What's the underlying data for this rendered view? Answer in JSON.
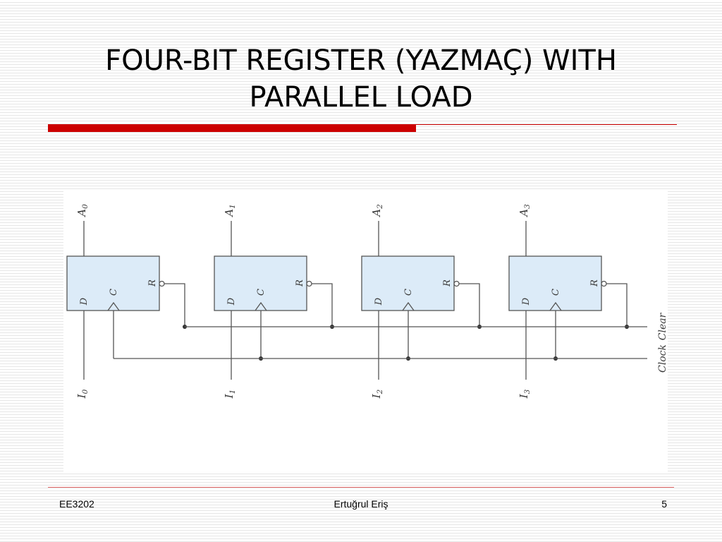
{
  "slide": {
    "title_line1": "FOUR-BIT REGISTER (YAZMAÇ) WITH",
    "title_line2": "PARALLEL LOAD",
    "accent_color": "#cc0000"
  },
  "diagram": {
    "block_fill": "#dcebf8",
    "line_color": "#555555",
    "flip_flops": [
      {
        "output": "A",
        "output_sub": "0",
        "input": "I",
        "input_sub": "0",
        "d_label": "D",
        "c_label": "C",
        "r_label": "R"
      },
      {
        "output": "A",
        "output_sub": "1",
        "input": "I",
        "input_sub": "1",
        "d_label": "D",
        "c_label": "C",
        "r_label": "R"
      },
      {
        "output": "A",
        "output_sub": "2",
        "input": "I",
        "input_sub": "2",
        "d_label": "D",
        "c_label": "C",
        "r_label": "R"
      },
      {
        "output": "A",
        "output_sub": "3",
        "input": "I",
        "input_sub": "3",
        "d_label": "D",
        "c_label": "C",
        "r_label": "R"
      }
    ],
    "clear_label": "Clear",
    "clock_label": "Clock"
  },
  "footer": {
    "course": "EE3202",
    "author": "Ertuğrul Eriş",
    "page": "5"
  }
}
